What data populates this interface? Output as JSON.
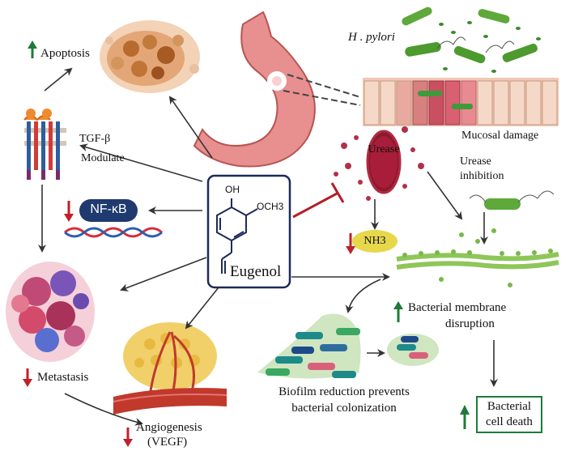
{
  "labels": {
    "apoptosis": "Apoptosis",
    "tgf_beta": "TGF-β",
    "modulate": "Modulate",
    "nf_kb": "NF-κB",
    "metastasis": "Metastasis",
    "angiogenesis": "Angiogenesis",
    "vegf": "(VEGF)",
    "h_pylori": "H . pylori",
    "mucosal_damage": "Mucosal damage",
    "urease": "Urease",
    "nh3": "NH3",
    "urease_inhibition_1": "Urease",
    "urease_inhibition_2": "inhibition",
    "membrane_disruption_1": "Bacterial membrane",
    "membrane_disruption_2": "disruption",
    "biofilm_1": "Biofilm reduction prevents",
    "biofilm_2": "bacterial colonization",
    "cell_death_1": "Bacterial",
    "cell_death_2": "cell death"
  },
  "molecule": {
    "name": "Eugenol",
    "oh": "OH",
    "och3": "OCH3"
  },
  "colors": {
    "up_arrow": "#1f7a3a",
    "down_arrow": "#c0202a",
    "box_border": "#1e2a5a",
    "nfkb_fill": "#1f3a6e",
    "inhibition": "#b0202a",
    "cell_death_border": "#1f7a3a"
  }
}
